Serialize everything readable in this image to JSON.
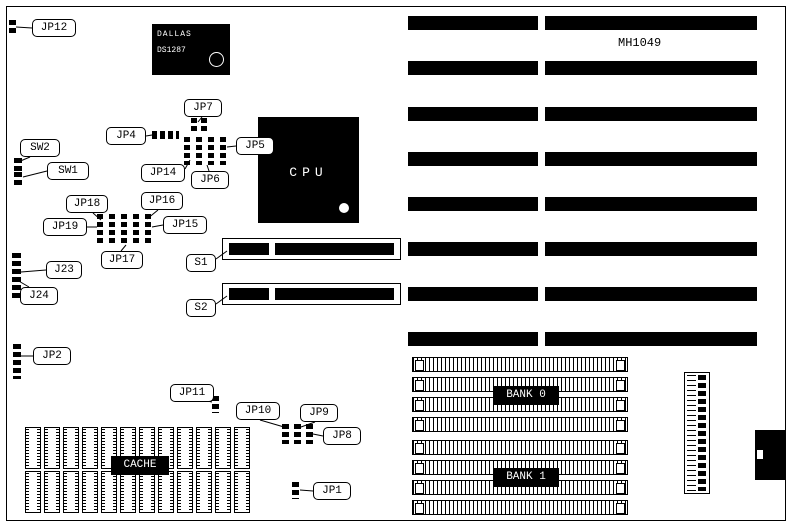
{
  "board": {
    "model": "MH1049"
  },
  "labels": {
    "cpu": "CPU",
    "cache": "CACHE",
    "bank0": "BANK 0",
    "bank1": "BANK 1"
  },
  "dallas": {
    "brand": "DALLAS",
    "part": "DS1287"
  },
  "callouts": {
    "jp12": "JP12",
    "sw2": "SW2",
    "sw1": "SW1",
    "jp4": "JP4",
    "jp7": "JP7",
    "jp14": "JP14",
    "jp6": "JP6",
    "jp5": "JP5",
    "jp18": "JP18",
    "jp16": "JP16",
    "jp19": "JP19",
    "jp15": "JP15",
    "jp17": "JP17",
    "j23": "J23",
    "j24": "J24",
    "jp2": "JP2",
    "s1": "S1",
    "s2": "S2",
    "jp11": "JP11",
    "jp10": "JP10",
    "jp9": "JP9",
    "jp8": "JP8",
    "jp1": "JP1"
  },
  "colors": {
    "line": "#000000",
    "background": "#ffffff",
    "chip_fill": "#000000",
    "chip_text": "#ffffff"
  }
}
